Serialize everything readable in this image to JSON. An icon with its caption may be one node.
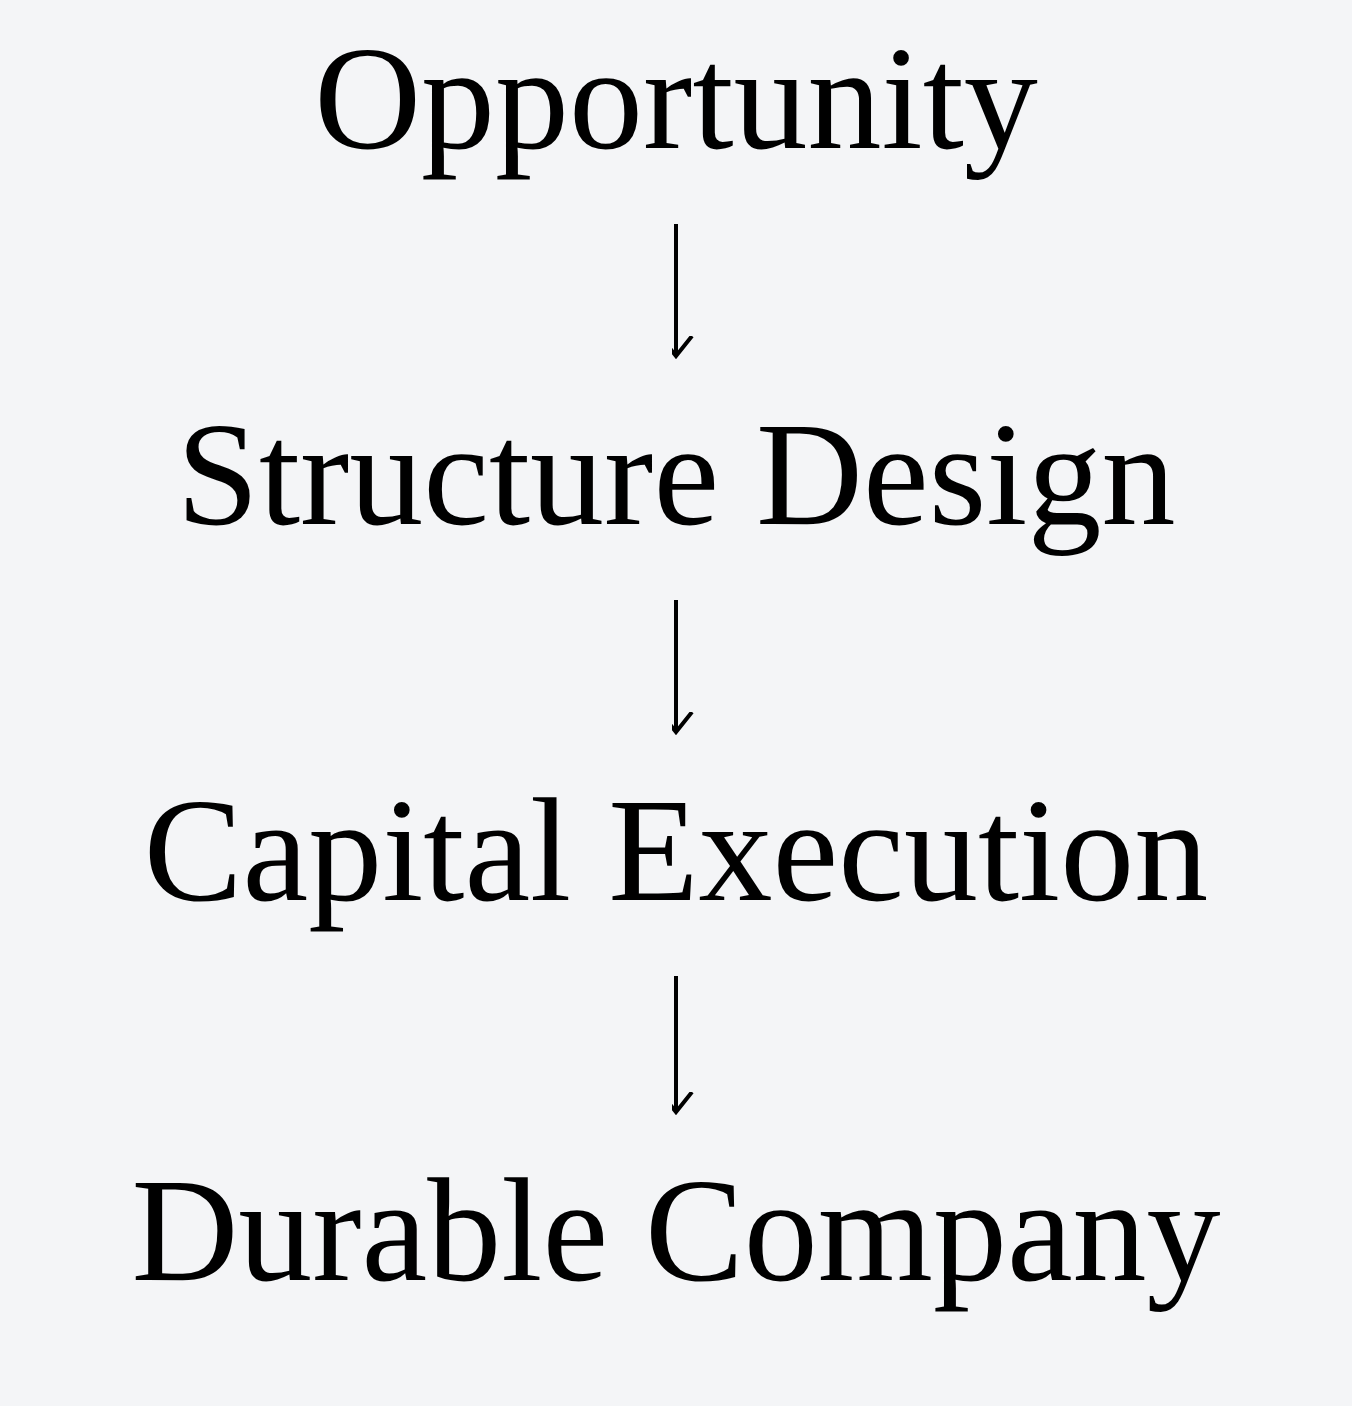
{
  "diagram": {
    "nodes": [
      {
        "text": [
          "Opportunity"
        ]
      },
      {
        "text": [
          "Structure Design"
        ]
      },
      {
        "text": [
          "Capital Execution"
        ]
      },
      {
        "text": [
          "Durable Company"
        ]
      }
    ],
    "edges": [
      {
        "from": 0,
        "to": 1,
        "arrow": "to"
      },
      {
        "from": 1,
        "to": 2,
        "arrow": "to"
      },
      {
        "from": 2,
        "to": 3,
        "arrow": "to"
      }
    ]
  }
}
